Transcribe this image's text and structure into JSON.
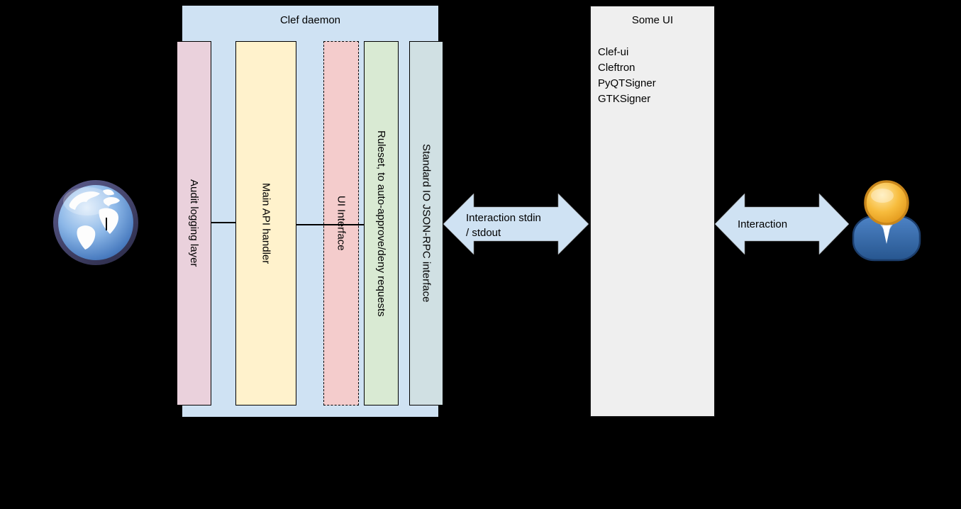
{
  "diagram": {
    "background_color": "#000000",
    "clef_daemon": {
      "title": "Clef daemon",
      "fill": "#cfe2f3",
      "layers": [
        {
          "label": "Audit logging layer",
          "fill": "#ead1dc",
          "border_style": "solid"
        },
        {
          "label": "Main API handler",
          "fill": "#fff2cc",
          "border_style": "solid"
        },
        {
          "label": "UI Interface",
          "fill": "#f4cccc",
          "border_style": "dashed"
        },
        {
          "label": "Ruleset, to auto-approve/deny requests",
          "fill": "#d9ead3",
          "border_style": "solid"
        },
        {
          "label": "Standard IO JSON-RPC interface",
          "fill": "#d0e0e3",
          "border_style": "solid"
        }
      ]
    },
    "some_ui": {
      "title": "Some UI",
      "fill": "#efefef",
      "items": [
        "Clef-ui",
        "Cleftron",
        "PyQTSigner",
        "GTKSigner"
      ]
    },
    "arrows": [
      {
        "label_lines": [
          "Interaction stdin",
          "/ stdout"
        ],
        "fill": "#cfe2f3"
      },
      {
        "label_lines": [
          "Interaction"
        ],
        "fill": "#cfe2f3"
      }
    ],
    "icons": {
      "left": "globe-icon",
      "right": "person-icon"
    }
  }
}
